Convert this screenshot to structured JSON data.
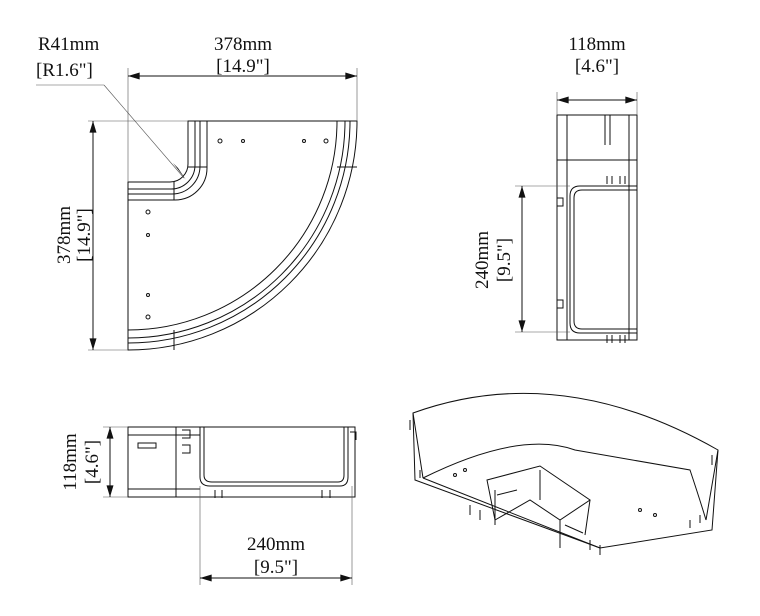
{
  "top_view": {
    "width_mm": "378mm",
    "width_in": "[14.9\"]",
    "height_mm": "378mm",
    "height_in": "[14.9\"]",
    "radius_mm": "R41mm",
    "radius_in": "[R1.6\"]"
  },
  "side_view": {
    "width_mm": "118mm",
    "width_in": "[4.6\"]",
    "height_mm": "240mm",
    "height_in": "[9.5\"]"
  },
  "front_view": {
    "height_mm": "118mm",
    "height_in": "[4.6\"]",
    "width_mm": "240mm",
    "width_in": "[9.5\"]"
  }
}
